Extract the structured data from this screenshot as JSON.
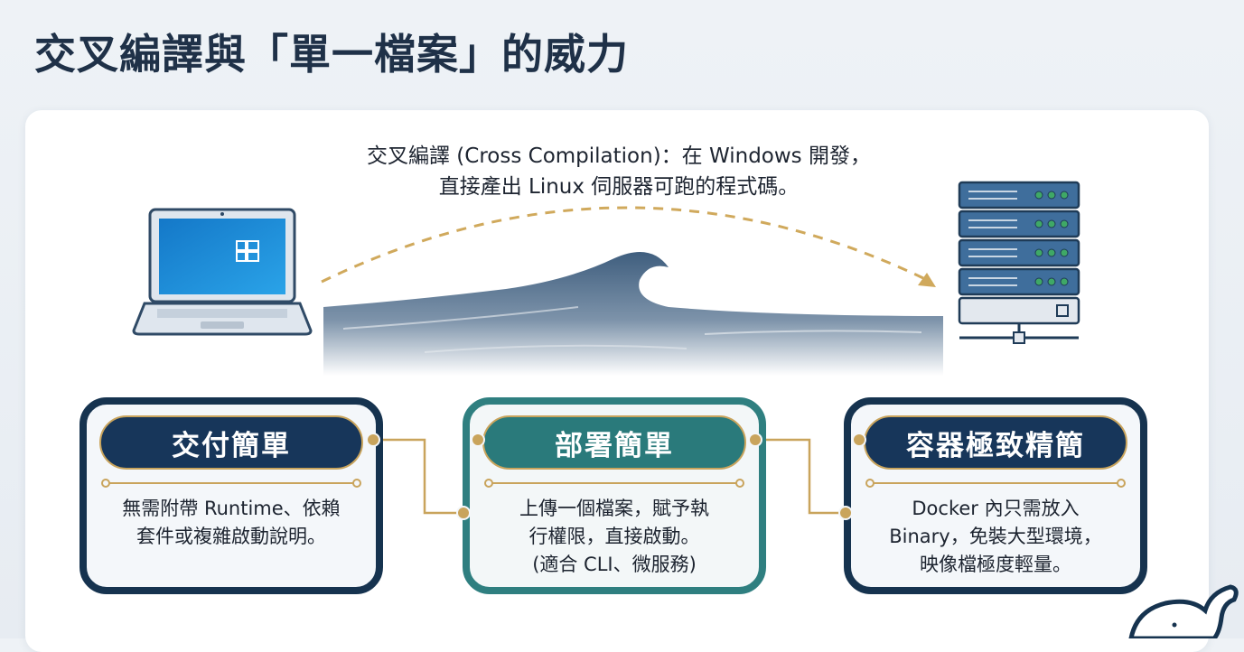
{
  "title": "交叉編譯與「單一檔案」的威力",
  "caption": {
    "line1": "交叉編譯 (Cross Compilation)：在 Windows 開發，",
    "line2": "直接產出 Linux 伺服器可跑的程式碼。"
  },
  "cards": [
    {
      "heading": "交付簡單",
      "lines": [
        "無需附帶 Runtime、依賴",
        "套件或複雜啟動說明。"
      ]
    },
    {
      "heading": "部署簡單",
      "lines": [
        "上傳一個檔案，賦予執",
        "行權限，直接啟動。",
        "(適合 CLI、微服務)"
      ]
    },
    {
      "heading": "容器極致精簡",
      "lines": [
        "Docker 內只需放入",
        "Binary，免裝大型環境，",
        "映像檔極度輕量。"
      ]
    }
  ],
  "icons": {
    "laptop": "laptop-windows-icon",
    "server": "server-rack-icon",
    "wave": "wave-illustration",
    "whale": "docker-whale-icon"
  },
  "colors": {
    "navy": "#17365a",
    "teal": "#2a7a7b",
    "gold": "#c9a45c",
    "server_led": "#3fa866"
  }
}
